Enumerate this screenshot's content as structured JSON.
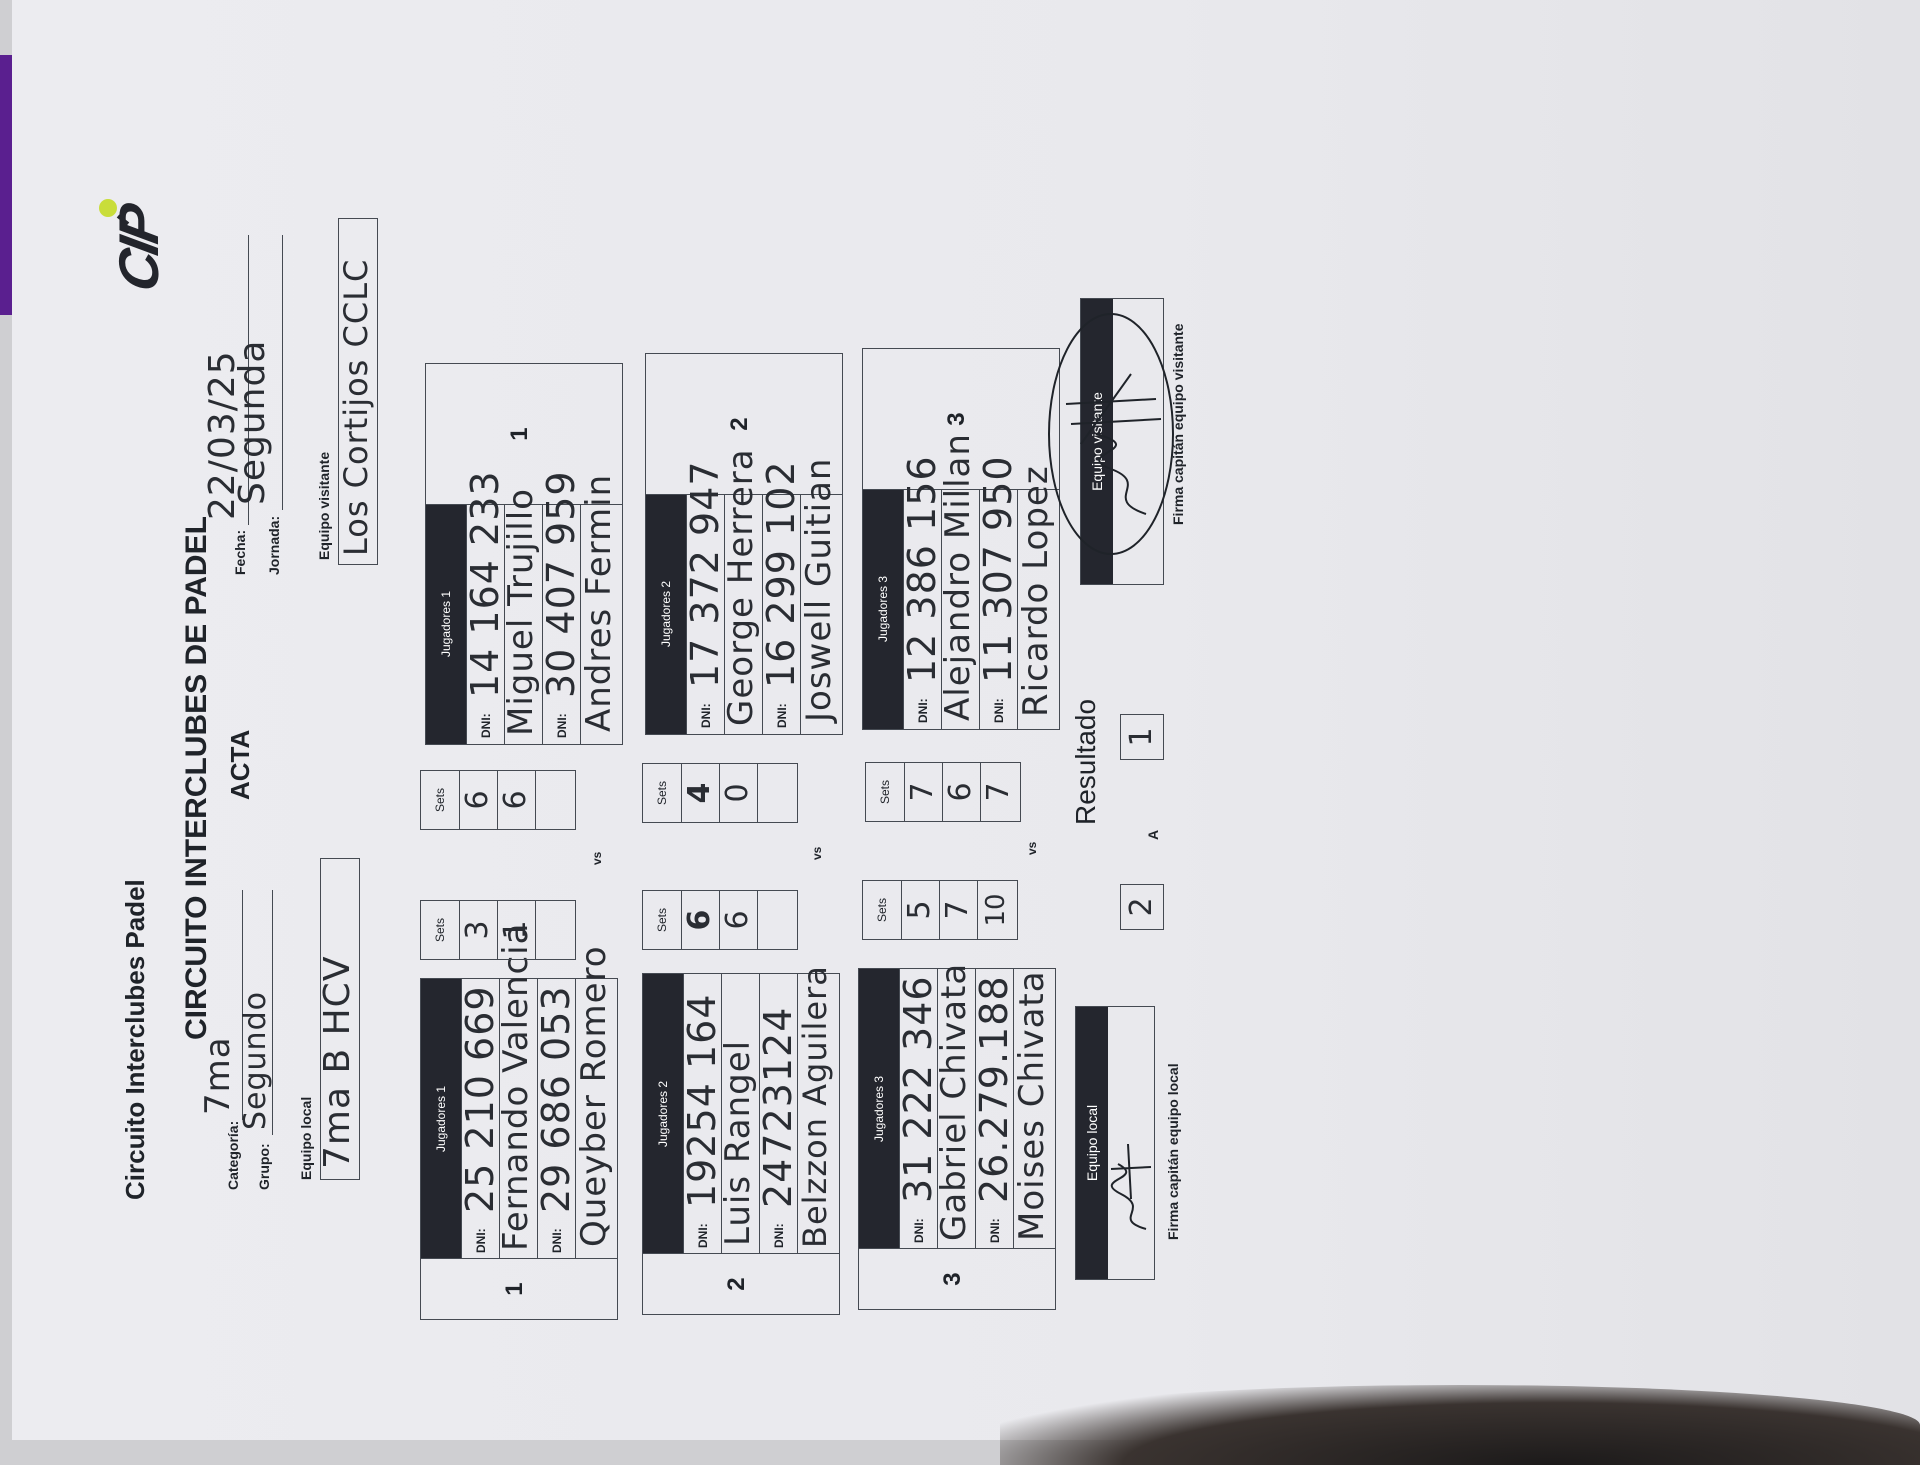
{
  "header": {
    "brand_title": "Circuito Interclubes Padel",
    "heading": "CIRCUITO INTERCLUBES DE PADEL",
    "acta": "ACTA",
    "logo": "CIP",
    "logo_icon": "padel-ball-icon"
  },
  "local": {
    "categoria_label": "Categoría:",
    "categoria_value": "7ma",
    "grupo_label": "Grupo:",
    "grupo_value": "Segundo",
    "equipo_label": "Equipo local",
    "equipo_value": "7ma B HCV"
  },
  "visitante": {
    "fecha_label": "Fecha:",
    "fecha_value": "22/03/25",
    "jornada_label": "Jornada:",
    "jornada_value": "Segunda",
    "equipo_label": "Equipo visitante",
    "equipo_value": "Los Cortijos CCLC"
  },
  "dni_label": "DNI:",
  "sets_label": "Sets",
  "vs_label": "vs",
  "matches": [
    {
      "number": "1",
      "header": "Jugadores 1",
      "local": {
        "dni1": "25 210 669",
        "name1": "Fernando Valencia",
        "dni2": "29 686 053",
        "name2": "Queyber Romero",
        "sets": [
          "3",
          "1",
          ""
        ]
      },
      "visit": {
        "dni1": "14 164 233",
        "name1": "Miguel Trujillo",
        "dni2": "30 407 959",
        "name2": "Andres Fermin",
        "sets": [
          "6",
          "6",
          ""
        ]
      }
    },
    {
      "number": "2",
      "header": "Jugadores 2",
      "local": {
        "dni1": "19254 164",
        "name1": "Luis Rangel",
        "dni2": "24723124",
        "name2": "Belzzon Aguilera",
        "sets": [
          "6",
          "6",
          ""
        ]
      },
      "visit": {
        "dni1": "17 372 947",
        "name1": "George Herrera",
        "dni2": "16 299 102",
        "name2": "Joswell Guitian",
        "sets": [
          "4",
          "0",
          ""
        ]
      }
    },
    {
      "number": "3",
      "header": "Jugadores 3",
      "local": {
        "dni1": "31 222 346",
        "name1": "Gabriel Chivata",
        "dni2": "26.279.188",
        "name2": "Moises Chivata",
        "sets": [
          "5",
          "7",
          "10"
        ]
      },
      "visit": {
        "dni1": "12 386 156",
        "name1": "Alejandro Millan",
        "dni2": "11 307 950",
        "name2": "Ricardo Lopez",
        "sets": [
          "7",
          "6",
          "7"
        ]
      }
    }
  ],
  "result": {
    "title": "Resultado",
    "local_score": "2",
    "a_label": "A",
    "visit_score": "1"
  },
  "signatures": {
    "local_header": "Equipo local",
    "local_caption": "Firma capitán equipo local",
    "visit_header": "Equipo visitante",
    "visit_caption": "Firma capitán equipo visitante"
  }
}
